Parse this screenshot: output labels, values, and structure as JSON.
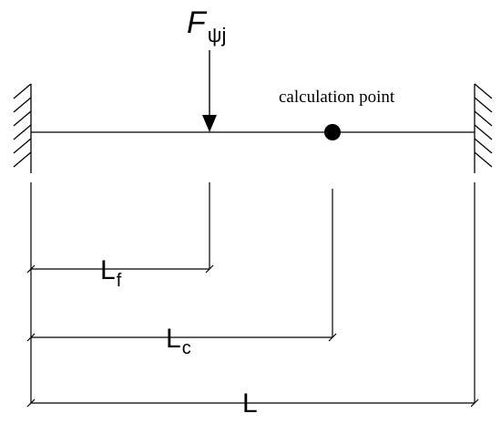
{
  "diagram": {
    "force": {
      "symbol": "F",
      "subscript": "ψj"
    },
    "point_label": "calculation point",
    "dimensions": {
      "lf": {
        "main": "L",
        "sub": "f"
      },
      "lc": {
        "main": "L",
        "sub": "c"
      },
      "l": {
        "main": "L"
      }
    }
  }
}
